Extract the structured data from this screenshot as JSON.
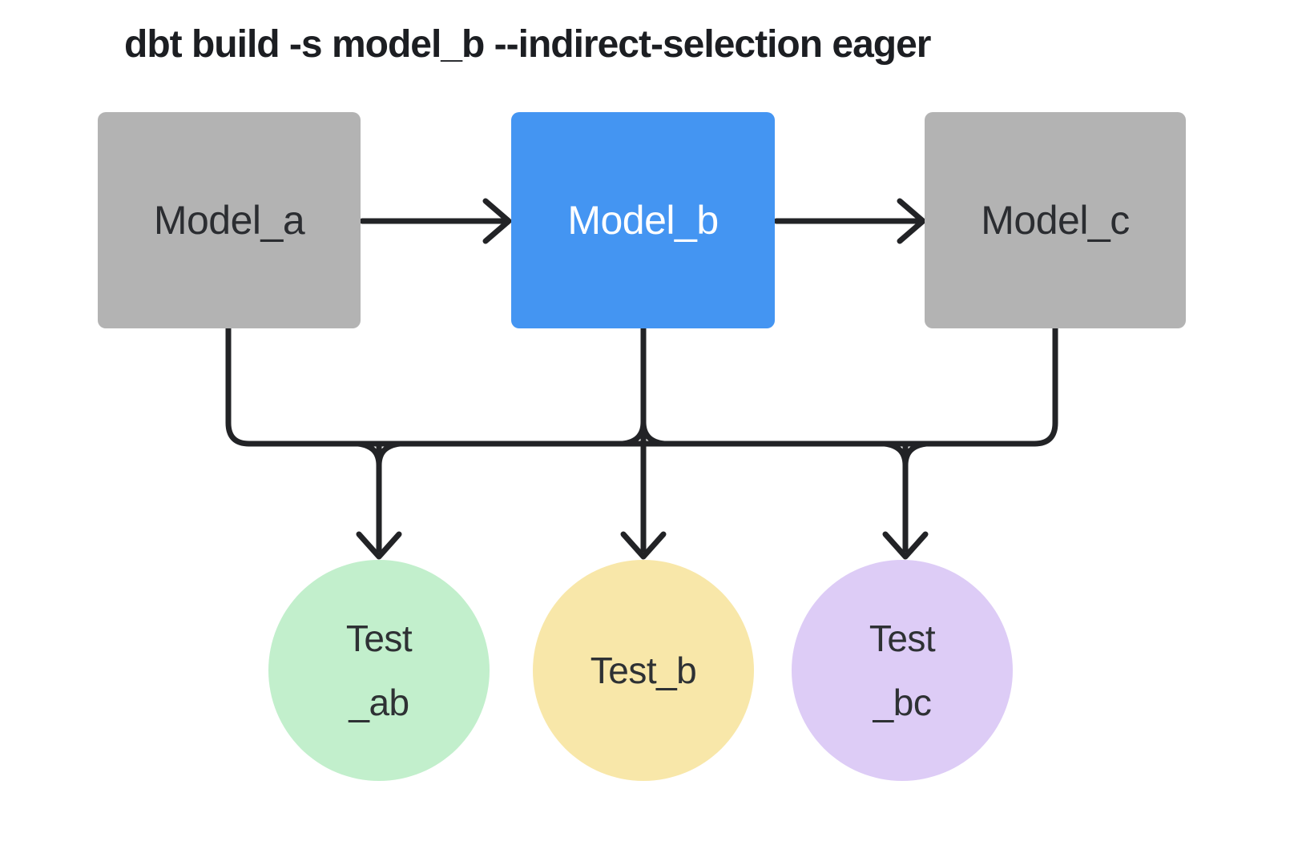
{
  "title": "dbt build -s model_b --indirect-selection eager",
  "colors": {
    "background": "#ffffff",
    "connector": "#222326",
    "model_gray": "#b3b3b3",
    "model_blue": "#4495f2",
    "test_green": "#c2efcc",
    "test_yellow": "#f8e7a9",
    "test_purple": "#ddccf6",
    "text_dark": "#2b2d31",
    "text_light": "#ffffff"
  },
  "nodes": {
    "model_a": {
      "label": "Model_a",
      "type": "model",
      "fill": "#b3b3b3",
      "text": "#2b2d31"
    },
    "model_b": {
      "label": "Model_b",
      "type": "model-selected",
      "fill": "#4495f2",
      "text": "#ffffff"
    },
    "model_c": {
      "label": "Model_c",
      "type": "model",
      "fill": "#b3b3b3",
      "text": "#2b2d31"
    },
    "test_ab": {
      "line1": "Test",
      "line2": "_ab",
      "type": "test",
      "fill": "#c2efcc",
      "text": "#2e3134"
    },
    "test_b": {
      "label": "Test_b",
      "type": "test",
      "fill": "#f8e7a9",
      "text": "#2e3134"
    },
    "test_bc": {
      "line1": "Test",
      "line2": "_bc",
      "type": "test",
      "fill": "#ddccf6",
      "text": "#2e3134"
    }
  },
  "edges": [
    {
      "from": "Model_a",
      "to": "Model_b",
      "style": "arrow"
    },
    {
      "from": "Model_b",
      "to": "Model_c",
      "style": "arrow"
    },
    {
      "from": "Model_a",
      "to": "tests-bus",
      "style": "merge"
    },
    {
      "from": "Model_b",
      "to": "tests-bus",
      "style": "merge"
    },
    {
      "from": "Model_c",
      "to": "tests-bus",
      "style": "merge"
    },
    {
      "from": "tests-bus",
      "to": "Test_ab",
      "style": "arrow"
    },
    {
      "from": "tests-bus",
      "to": "Test_b",
      "style": "arrow"
    },
    {
      "from": "tests-bus",
      "to": "Test_bc",
      "style": "arrow"
    }
  ]
}
